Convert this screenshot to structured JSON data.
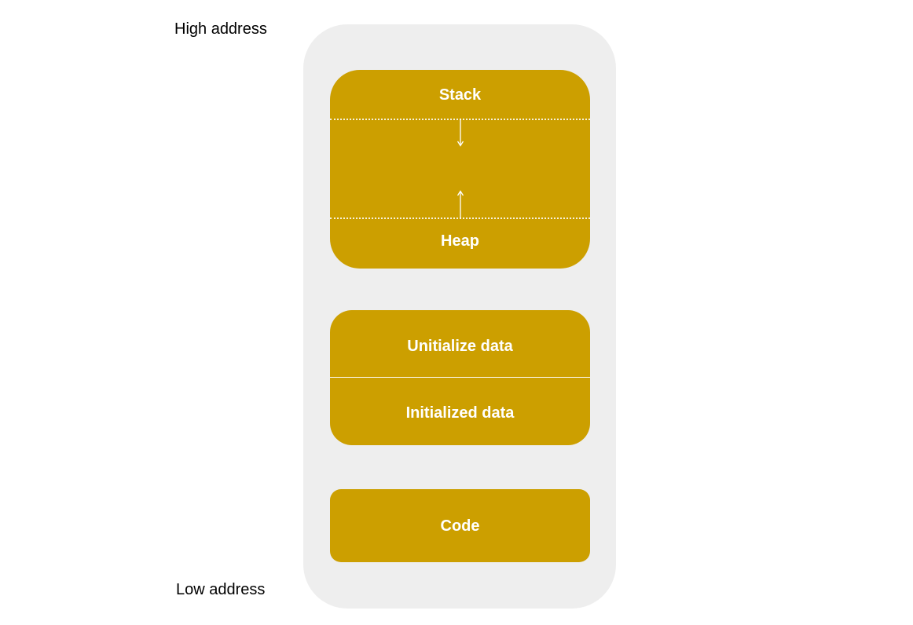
{
  "labels": {
    "high_address": "High address",
    "low_address": "Low address"
  },
  "segments": {
    "stack": "Stack",
    "heap": "Heap",
    "uninitialized": "Unitialize data",
    "initialized": "Initialized data",
    "code": "Code"
  },
  "colors": {
    "container": "#eeeeee",
    "segment": "#cc9f00",
    "text": "#ffffff"
  },
  "arrows": {
    "stack_direction": "down-arrow-icon",
    "heap_direction": "up-arrow-icon"
  }
}
